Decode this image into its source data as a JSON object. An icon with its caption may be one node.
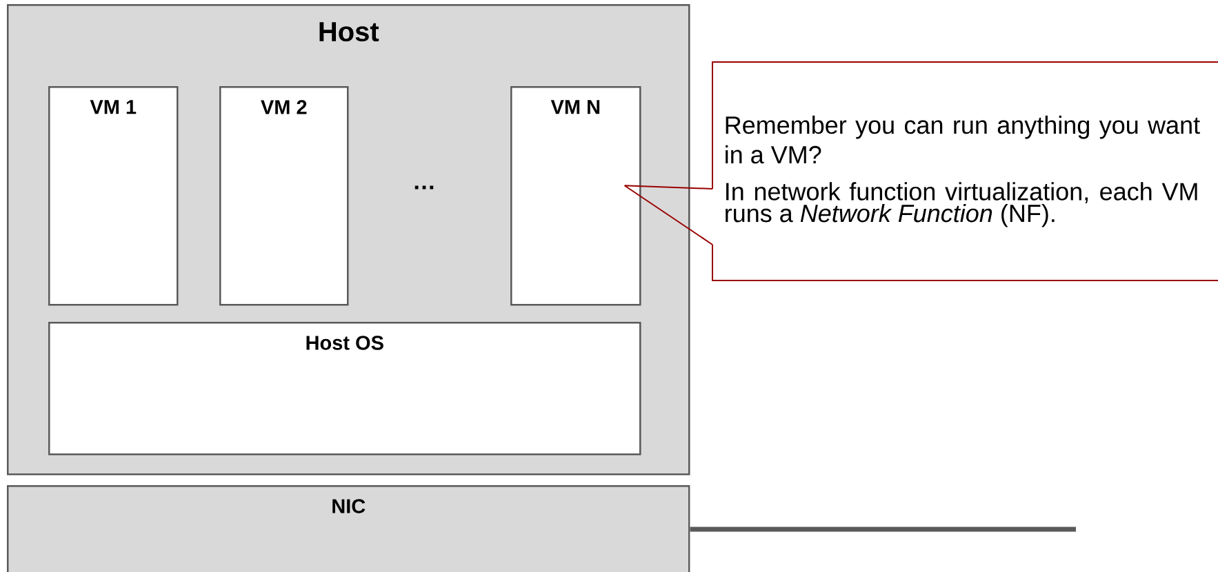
{
  "diagram": {
    "nodes": [
      {
        "text": [
          "Host"
        ]
      },
      {
        "text": [
          "VM 1"
        ],
        "in": 0
      },
      {
        "text": [
          "VM 2"
        ],
        "in": 0
      },
      {
        "text": [
          "VM N"
        ],
        "in": 0
      },
      {
        "text": [
          "Host OS"
        ],
        "in": 0
      },
      {
        "text": [
          "NIC"
        ]
      },
      {
        "text": [
          "Remember you can run anything you want in a VM?",
          "In network function virtualization, each VM runs a *Network Function* (NF)."
        ]
      }
    ],
    "edges": [
      {
        "from": 6,
        "to": 3,
        "arrow": "none",
        "color": "#990000"
      },
      {
        "from": 5,
        "to": null,
        "arrow": "none",
        "style": "thick"
      }
    ],
    "labels": [
      "…"
    ]
  }
}
